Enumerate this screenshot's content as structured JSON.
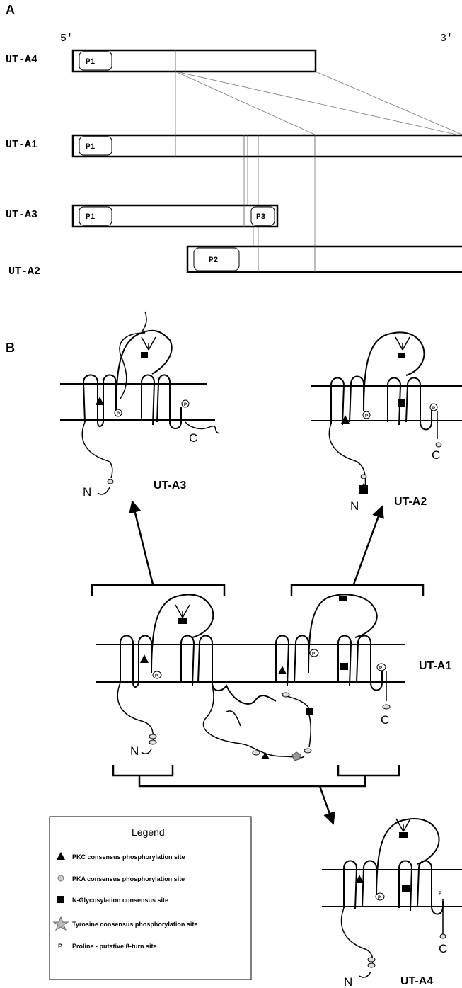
{
  "panel_a": {
    "letter": "A",
    "five_prime": "5′",
    "three_prime": "3′",
    "isoforms": [
      {
        "label": "UT-A4",
        "promoters": [
          "P1"
        ]
      },
      {
        "label": "UT-A1",
        "promoters": [
          "P1"
        ]
      },
      {
        "label": "UT-A3",
        "promoters": [
          "P1",
          "P3"
        ]
      },
      {
        "label": "UT-A2",
        "promoters": [
          "P2"
        ]
      }
    ]
  },
  "panel_b": {
    "letter": "B",
    "topologies": [
      {
        "label": "UT-A3",
        "n_term": "N",
        "c_term": "C"
      },
      {
        "label": "UT-A2",
        "n_term": "N",
        "c_term": "C"
      },
      {
        "label": "UT-A1",
        "n_term": "N",
        "c_term": "C"
      },
      {
        "label": "UT-A4",
        "n_term": "N",
        "c_term": "C"
      }
    ],
    "proline_mark": "P"
  },
  "legend": {
    "title": "Legend",
    "items": [
      {
        "symbol": "pkc-triangle",
        "text": "PKC consensus phosphorylation site"
      },
      {
        "symbol": "pka-circle",
        "text": "PKA consensus phosphorylation site"
      },
      {
        "symbol": "glycosylation-square",
        "text": "N-Glycosylation consensus site"
      },
      {
        "symbol": "tyrosine-star",
        "text": "Tyrosine consensus phosphorylation site"
      },
      {
        "symbol": "proline-p",
        "text": "Proline - putative ß-turn site"
      }
    ]
  }
}
